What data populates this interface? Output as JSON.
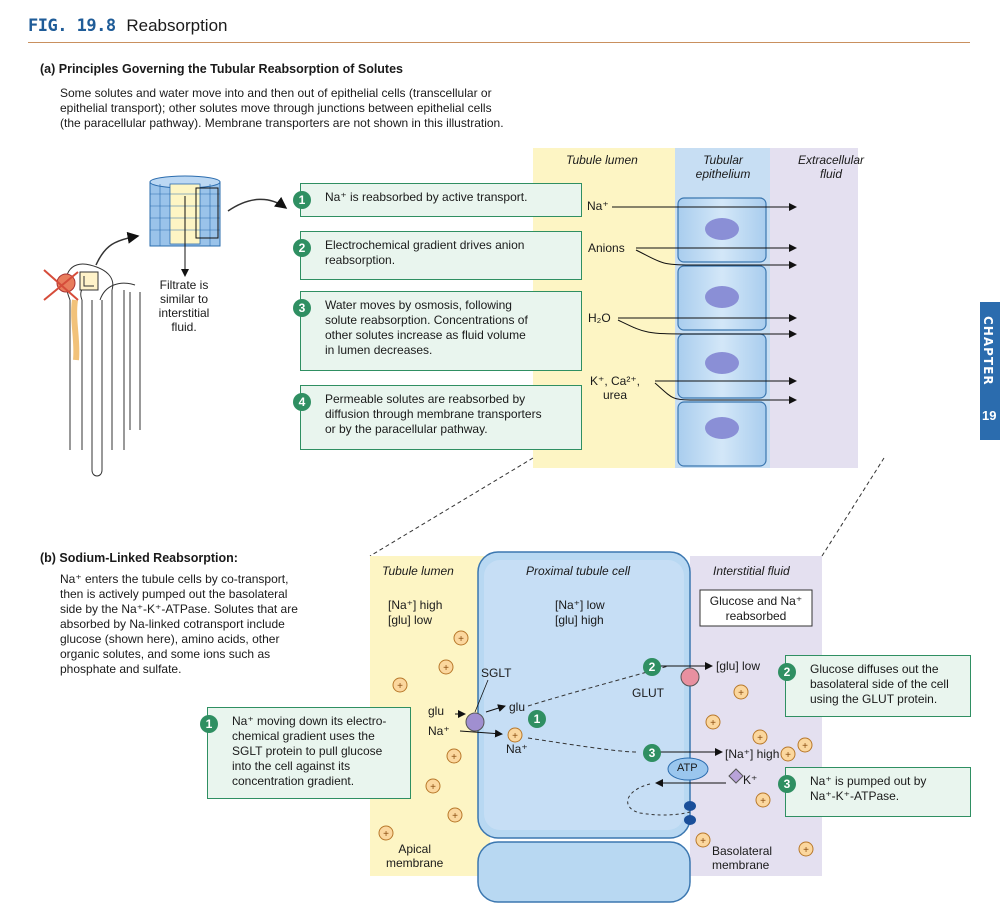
{
  "header": {
    "fig_num": "FIG. 19.8",
    "title": "Reabsorption"
  },
  "part_a": {
    "heading": "(a) Principles Governing the Tubular Reabsorption of Solutes",
    "intro_lines": [
      "Some solutes and water move into and then out of epithelial cells (transcellular or",
      "epithelial transport); other solutes move through junctions between epithelial cells",
      "(the paracellular pathway). Membrane transporters are not shown in this illustration."
    ],
    "filtrate_lines": [
      "Filtrate is",
      "similar to",
      "interstitial",
      "fluid."
    ],
    "col_labels": {
      "lumen": "Tubule lumen",
      "epi_line1": "Tubular",
      "epi_line2": "epithelium",
      "ecf_line1": "Extracellular",
      "ecf_line2": "fluid"
    },
    "steps": [
      {
        "num": "1",
        "lines": [
          "Na⁺ is reabsorbed by active transport."
        ]
      },
      {
        "num": "2",
        "lines": [
          "Electrochemical gradient drives anion",
          "reabsorption."
        ]
      },
      {
        "num": "3",
        "lines": [
          "Water moves by osmosis, following",
          "solute reabsorption. Concentrations of",
          "other solutes increase as fluid volume",
          "in lumen decreases."
        ]
      },
      {
        "num": "4",
        "lines": [
          "Permeable solutes are reabsorbed by",
          "diffusion through membrane transporters",
          "or by the paracellular pathway."
        ]
      }
    ],
    "solutes": {
      "na": "Na⁺",
      "anions": "Anions",
      "h2o": "H₂O",
      "k_ca": "K⁺, Ca²⁺,",
      "urea": "urea"
    }
  },
  "part_b": {
    "heading": "(b) Sodium-Linked Reabsorption:",
    "text_lines": [
      "Na⁺ enters the tubule cells by co-transport,",
      "then is actively pumped out the basolateral",
      "side by the Na⁺-K⁺-ATPase. Solutes that are",
      "absorbed by Na-linked cotransport include",
      "glucose (shown here), amino acids, other",
      "organic solutes, and some ions such as",
      "phosphate and sulfate."
    ],
    "regions": {
      "lumen": "Tubule lumen",
      "cell": "Proximal tubule cell",
      "interstitial": "Interstitial fluid"
    },
    "lumen_conc": [
      "[Na⁺] high",
      "[glu] low"
    ],
    "cell_conc": [
      "[Na⁺] low",
      "[glu] high"
    ],
    "reabsorbed_box": [
      "Glucose and Na⁺",
      "reabsorbed"
    ],
    "labels": {
      "sglt": "SGLT",
      "glut": "GLUT",
      "glu_lumen": "glu",
      "glu_cell": "glu",
      "na_lumen": "Na⁺",
      "na_cell": "Na⁺",
      "glu_low": "[glu] low",
      "na_high": "[Na⁺] high",
      "atp": "ATP",
      "k": "K⁺",
      "apical_1": "Apical",
      "apical_2": "membrane",
      "baso_1": "Basolateral",
      "baso_2": "membrane"
    },
    "step1": [
      "Na⁺ moving down its electro-",
      "chemical gradient uses the",
      "SGLT protein to pull glucose",
      "into the cell against its",
      "concentration gradient."
    ],
    "step2": [
      "Glucose diffuses out the",
      "basolateral side of the cell",
      "using the GLUT protein."
    ],
    "step3": [
      "Na⁺ is pumped out by",
      "Na⁺-K⁺-ATPase."
    ],
    "step_nums": {
      "one": "1",
      "two": "2",
      "three": "3"
    }
  },
  "side_tab": {
    "text": "CHAPTER",
    "num": "19"
  },
  "colors": {
    "accent": "#2f8f62",
    "lumen": "#fdf5c4",
    "ecf": "#e4e0f0",
    "cell": "#b8d8f2",
    "tab": "#2b6cae"
  }
}
